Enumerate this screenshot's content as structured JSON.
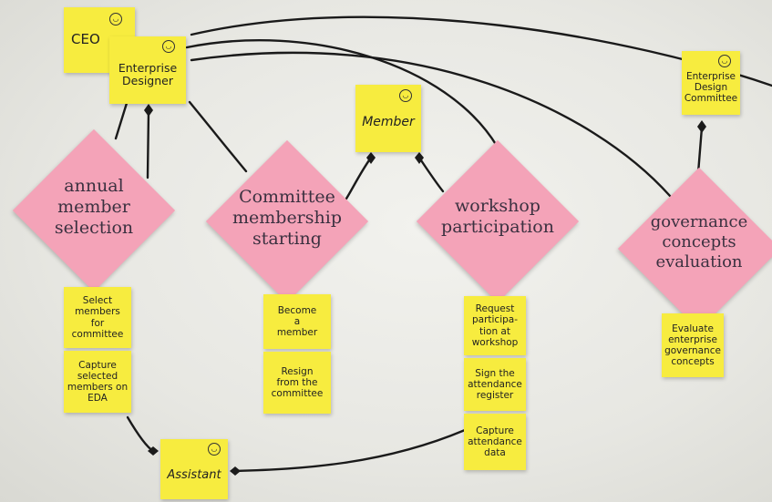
{
  "roles": {
    "ceo": "CEO",
    "enterprise_designer": "Enterprise\nDesigner",
    "member": "Member",
    "enterprise_design_committee": "Enterprise\nDesign\nCommittee",
    "assistant": "Assistant"
  },
  "processes": [
    {
      "label": "annual\nmember\nselection",
      "tasks": [
        "Select\nmembers\nfor\ncommittee",
        "Capture\nselected\nmembers on\nEDA"
      ]
    },
    {
      "label": "Committee\nmembership\nstarting",
      "tasks": [
        "Become\na\nmember",
        "Resign\nfrom the\ncommittee"
      ]
    },
    {
      "label": "workshop\nparticipation",
      "tasks": [
        "Request\nparticipa-\ntion at\nworkshop",
        "Sign the\nattendance\nregister",
        "Capture\nattendance\ndata"
      ]
    },
    {
      "label": "governance\nconcepts\nevaluation",
      "tasks": [
        "Evaluate\nenterprise\ngovernance\nconcepts"
      ]
    }
  ],
  "colors": {
    "sticky_yellow": "#f7ec3f",
    "sticky_pink": "#f4a3b8",
    "wall": "#e9e9e4",
    "ink": "#1a1a1a"
  },
  "icons": {
    "role_marker": "smiley-icon",
    "connector_end": "diamond-arrowhead-icon"
  }
}
